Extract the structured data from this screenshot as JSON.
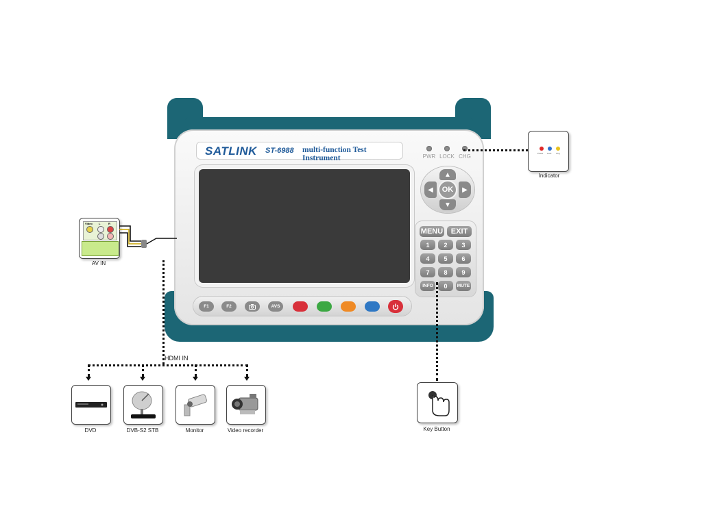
{
  "device": {
    "brand_logo": "SATLINK",
    "model": "ST-6988",
    "tagline": "multi-function Test Instrument",
    "led_labels": [
      "PWR",
      "LOCK",
      "CHG"
    ],
    "dpad": {
      "ok": "OK"
    },
    "keypad": [
      "MENU",
      "EXIT",
      "1",
      "2",
      "3",
      "4",
      "5",
      "6",
      "7",
      "8",
      "9",
      "INFO",
      "0",
      "MUTE"
    ],
    "function_keys": [
      {
        "label": "F1",
        "color": "#8a8a8a"
      },
      {
        "label": "F2",
        "color": "#8a8a8a"
      },
      {
        "label": "",
        "color": "#8a8a8a",
        "icon": "camera-icon"
      },
      {
        "label": "AVS",
        "color": "#8a8a8a"
      },
      {
        "label": "",
        "color": "#d8303a"
      },
      {
        "label": "",
        "color": "#3ca843"
      },
      {
        "label": "",
        "color": "#ef8a25"
      },
      {
        "label": "",
        "color": "#2f78c4"
      },
      {
        "label": "",
        "color": "#d8303a",
        "icon": "power-icon"
      }
    ]
  },
  "callouts": {
    "indicator": {
      "caption": "Indicator",
      "lights": [
        "Power",
        "Lock",
        "Chg"
      ],
      "colors": [
        "#e02828",
        "#2a6fd0",
        "#e8c21e"
      ]
    },
    "av_in": {
      "caption": "AV IN",
      "labels": [
        "Video",
        "L",
        "R"
      ]
    },
    "hdmi_in": {
      "caption": "HDMI IN"
    },
    "key_button": {
      "caption": "Key Button"
    }
  },
  "sources": [
    {
      "caption": "DVD",
      "icon": "dvd-player-icon"
    },
    {
      "caption": "DVB-S2 STB",
      "icon": "satellite-dish-icon"
    },
    {
      "caption": "Monitor",
      "icon": "cctv-camera-icon"
    },
    {
      "caption": "Video recorder",
      "icon": "camcorder-icon"
    }
  ]
}
